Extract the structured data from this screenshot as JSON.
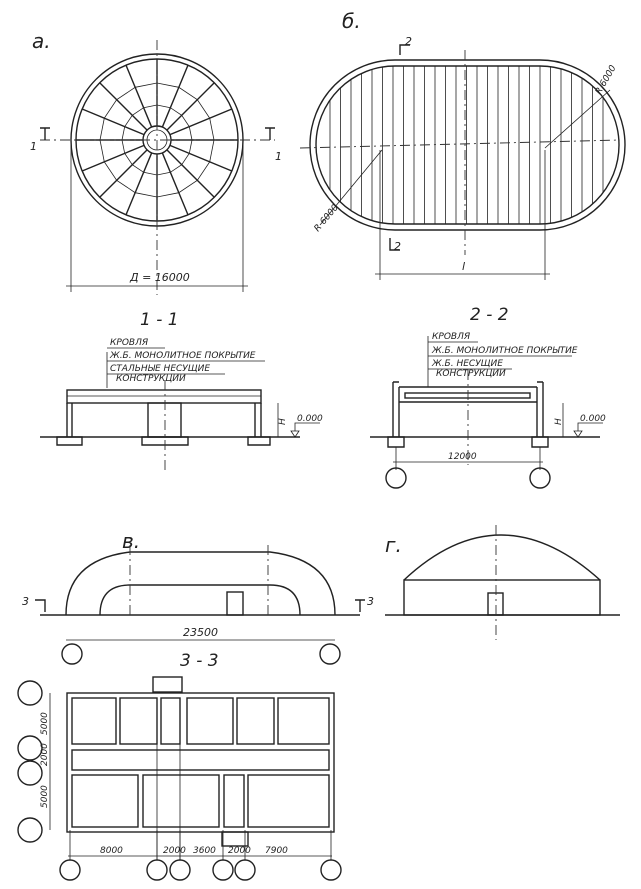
{
  "figure_a": {
    "label": "а.",
    "section_mark": "1",
    "diameter": "Д = 16000"
  },
  "figure_b": {
    "label": "б.",
    "section_mark": "2",
    "radius": "R 6000",
    "length": "l"
  },
  "section_1_1": {
    "title": "1 - 1",
    "layers": [
      "КРОВЛЯ",
      "Ж.Б. МОНОЛИТНОЕ ПОКРЫТИЕ",
      "СТАЛЬНЫЕ НЕСУЩИЕ",
      "КОНСТРУКЦИИ"
    ],
    "height": "H",
    "level": "0.000"
  },
  "section_2_2": {
    "title": "2 - 2",
    "layers": [
      "КРОВЛЯ",
      "Ж.Б. МОНОЛИТНОЕ ПОКРЫТИЕ",
      "Ж.Б. НЕСУЩИЕ",
      "КОНСТРУКЦИИ"
    ],
    "height": "H",
    "level": "0.000",
    "span": "12000"
  },
  "figure_v": {
    "label": "в.",
    "section_mark": "3",
    "length": "23500"
  },
  "figure_g": {
    "label": "г."
  },
  "section_3_3": {
    "title": "3 - 3",
    "vertical_dims": [
      "5000",
      "2000",
      "5000"
    ],
    "horizontal_dims": [
      "8000",
      "2000",
      "3600",
      "2000",
      "7900"
    ]
  }
}
